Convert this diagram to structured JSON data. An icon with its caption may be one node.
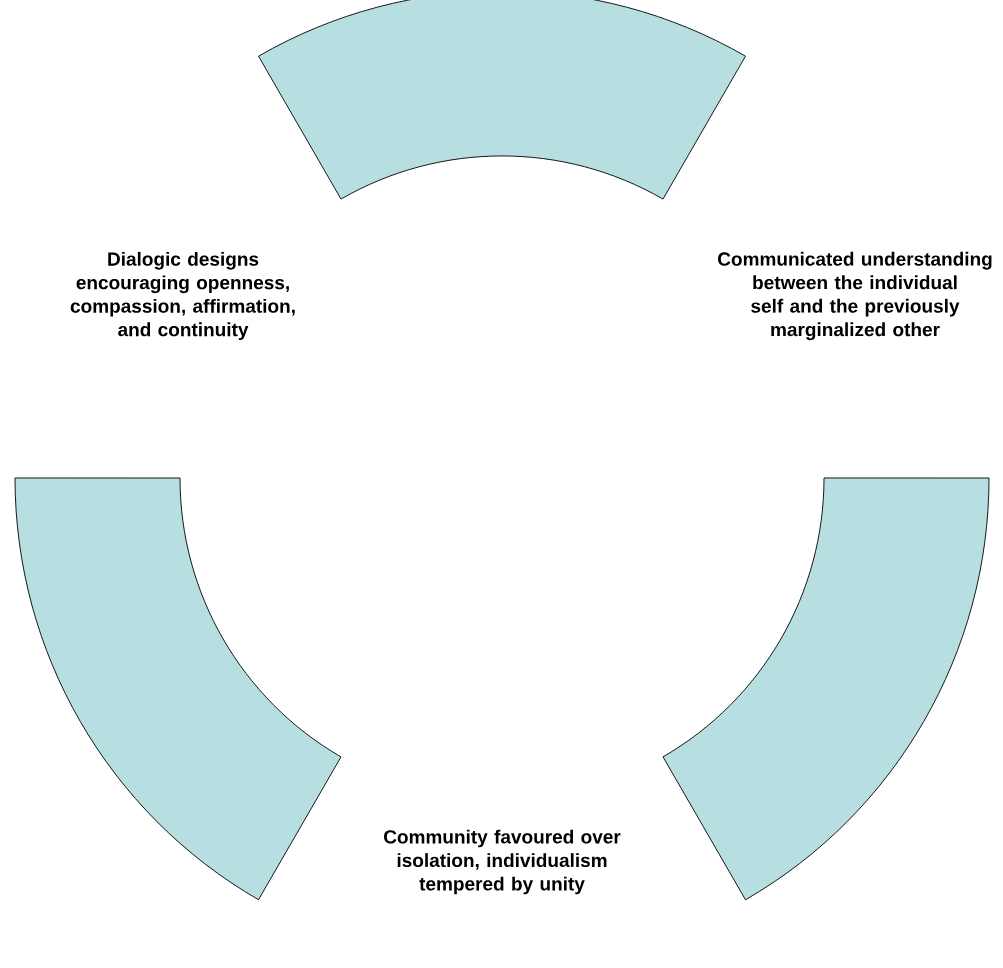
{
  "diagram": {
    "nodes": [
      {
        "text": [],
        "shape": "arc"
      },
      {
        "text": [],
        "shape": "arc"
      },
      {
        "text": [],
        "shape": "arc"
      }
    ],
    "labels": [
      "Dialogic designs encouraging openness, compassion, affirmation, and continuity",
      "Communicated understanding between the individual self and the previously marginalized other",
      "Community favoured over isolation, individualism tempered by unity"
    ]
  }
}
